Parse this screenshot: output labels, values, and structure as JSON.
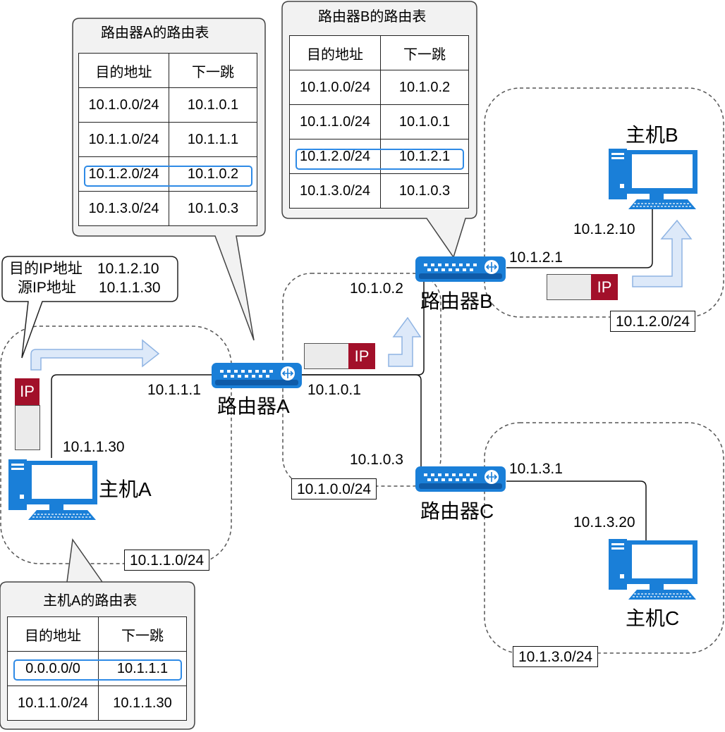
{
  "routers": {
    "a": {
      "label": "路由器A"
    },
    "b": {
      "label": "路由器B"
    },
    "c": {
      "label": "路由器C"
    }
  },
  "hosts": {
    "a": {
      "label": "主机A",
      "ip": "10.1.1.30"
    },
    "b": {
      "label": "主机B",
      "ip": "10.1.2.10"
    },
    "c": {
      "label": "主机C",
      "ip": "10.1.3.20"
    }
  },
  "interfaces": {
    "ra_left": "10.1.1.1",
    "ra_right": "10.1.0.1",
    "rb_left": "10.1.0.2",
    "rb_right": "10.1.2.1",
    "rc_left": "10.1.0.3",
    "rc_right": "10.1.3.1"
  },
  "subnets": {
    "a": "10.1.1.0/24",
    "core": "10.1.0.0/24",
    "b": "10.1.2.0/24",
    "c": "10.1.3.0/24"
  },
  "packet": {
    "label": "IP",
    "dst_label": "目的IP地址",
    "dst_value": "10.1.2.10",
    "src_label": "源IP地址",
    "src_value": "10.1.1.30"
  },
  "table_ra": {
    "title": "路由器A的路由表",
    "headers": [
      "目的地址",
      "下一跳"
    ],
    "rows": [
      [
        "10.1.0.0/24",
        "10.1.0.1"
      ],
      [
        "10.1.1.0/24",
        "10.1.1.1"
      ],
      [
        "10.1.2.0/24",
        "10.1.0.2"
      ],
      [
        "10.1.3.0/24",
        "10.1.0.3"
      ]
    ]
  },
  "table_rb": {
    "title": "路由器B的路由表",
    "headers": [
      "目的地址",
      "下一跳"
    ],
    "rows": [
      [
        "10.1.0.0/24",
        "10.1.0.2"
      ],
      [
        "10.1.1.0/24",
        "10.1.0.1"
      ],
      [
        "10.1.2.0/24",
        "10.1.2.1"
      ],
      [
        "10.1.3.0/24",
        "10.1.0.3"
      ]
    ]
  },
  "table_ha": {
    "title": "主机A的路由表",
    "headers": [
      "目的地址",
      "下一跳"
    ],
    "rows": [
      [
        "0.0.0.0/0",
        "10.1.1.1"
      ],
      [
        "10.1.1.0/24",
        "10.1.1.30"
      ]
    ]
  },
  "colors": {
    "device_blue": "#1a7fd8",
    "highlight_blue": "#2e8ae6",
    "packet_red": "#a2102a",
    "arrow_fill": "#dde9f9",
    "arrow_stroke": "#8fb4e3",
    "callout_fill": "#f2f2f2"
  }
}
